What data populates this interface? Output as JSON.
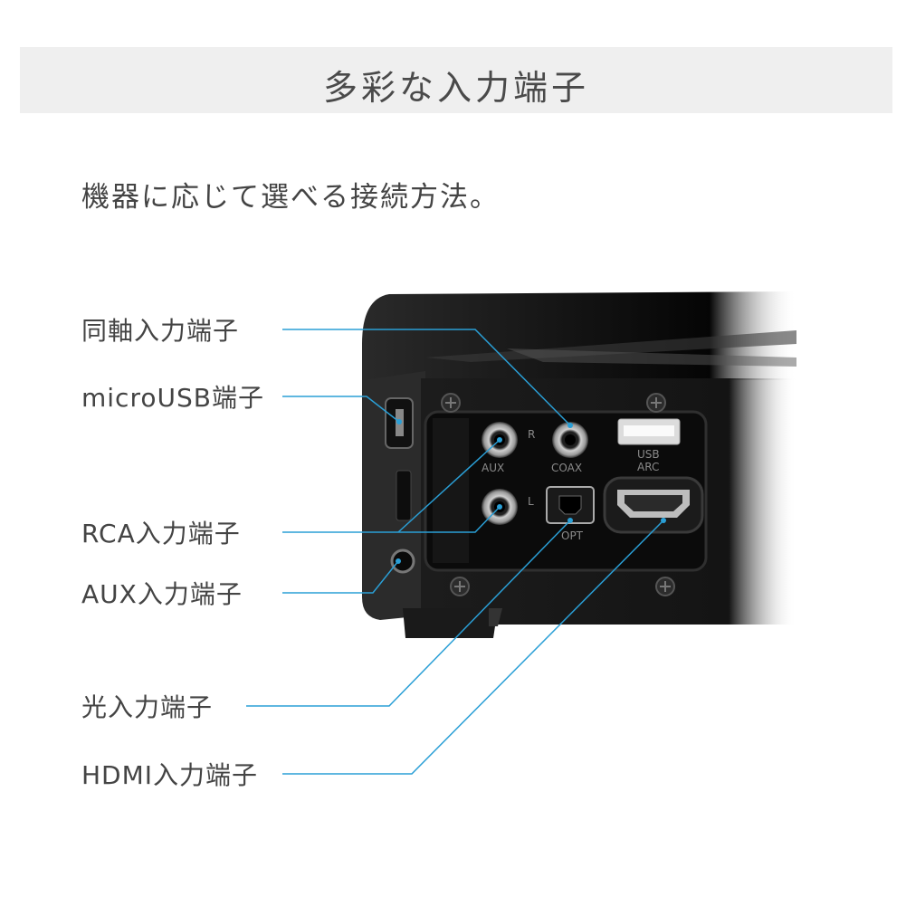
{
  "header": {
    "title": "多彩な入力端子"
  },
  "subtitle": "機器に応じて選べる接続方法。",
  "callouts": [
    {
      "label": "同軸入力端子"
    },
    {
      "label": "microUSB端子"
    },
    {
      "label": "RCA入力端子"
    },
    {
      "label": "AUX入力端子"
    },
    {
      "label": "光入力端子"
    },
    {
      "label": "HDMI入力端子"
    }
  ],
  "panel_labels": {
    "aux": "AUX",
    "coax": "COAX",
    "usb": "USB",
    "arc": "ARC",
    "opt": "OPT",
    "r": "R",
    "l": "L"
  },
  "colors": {
    "leader_line": "#2a9fd6",
    "banner_bg": "#efefef",
    "text": "#444444",
    "device": "#1a1a1a"
  }
}
